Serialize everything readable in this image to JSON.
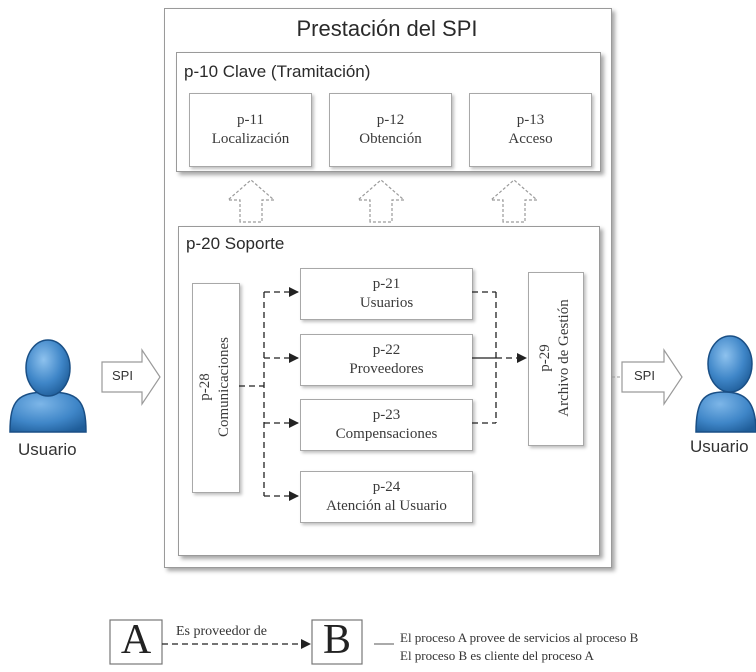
{
  "outer_title": "Prestación del SPI",
  "clave": {
    "title": "p-10 Clave (Tramitación)",
    "boxes": [
      {
        "code": "p-11",
        "name": "Localización"
      },
      {
        "code": "p-12",
        "name": "Obtención"
      },
      {
        "code": "p-13",
        "name": "Acceso"
      }
    ]
  },
  "soporte": {
    "title": "p-20 Soporte",
    "comunicaciones": {
      "code": "p-28",
      "name": "Comunicaciones"
    },
    "processes": [
      {
        "code": "p-21",
        "name": "Usuarios"
      },
      {
        "code": "p-22",
        "name": "Proveedores"
      },
      {
        "code": "p-23",
        "name": "Compensaciones"
      },
      {
        "code": "p-24",
        "name": "Atención al Usuario"
      }
    ],
    "archivo": {
      "code": "p-29",
      "name": "Archivo de Gestión"
    }
  },
  "left_user": {
    "label": "Usuario",
    "arrow_label": "SPI"
  },
  "right_user": {
    "label": "Usuario",
    "arrow_label": "SPI"
  },
  "legend": {
    "a": "A",
    "b": "B",
    "arrow_label": "Es proveedor de",
    "line1": "El proceso A provee de servicios al proceso B",
    "line2": "El proceso B es cliente del proceso A"
  },
  "colors": {
    "user_fill": "#3f86c8",
    "user_dark": "#1f5d99",
    "border": "#a8a8a8"
  }
}
